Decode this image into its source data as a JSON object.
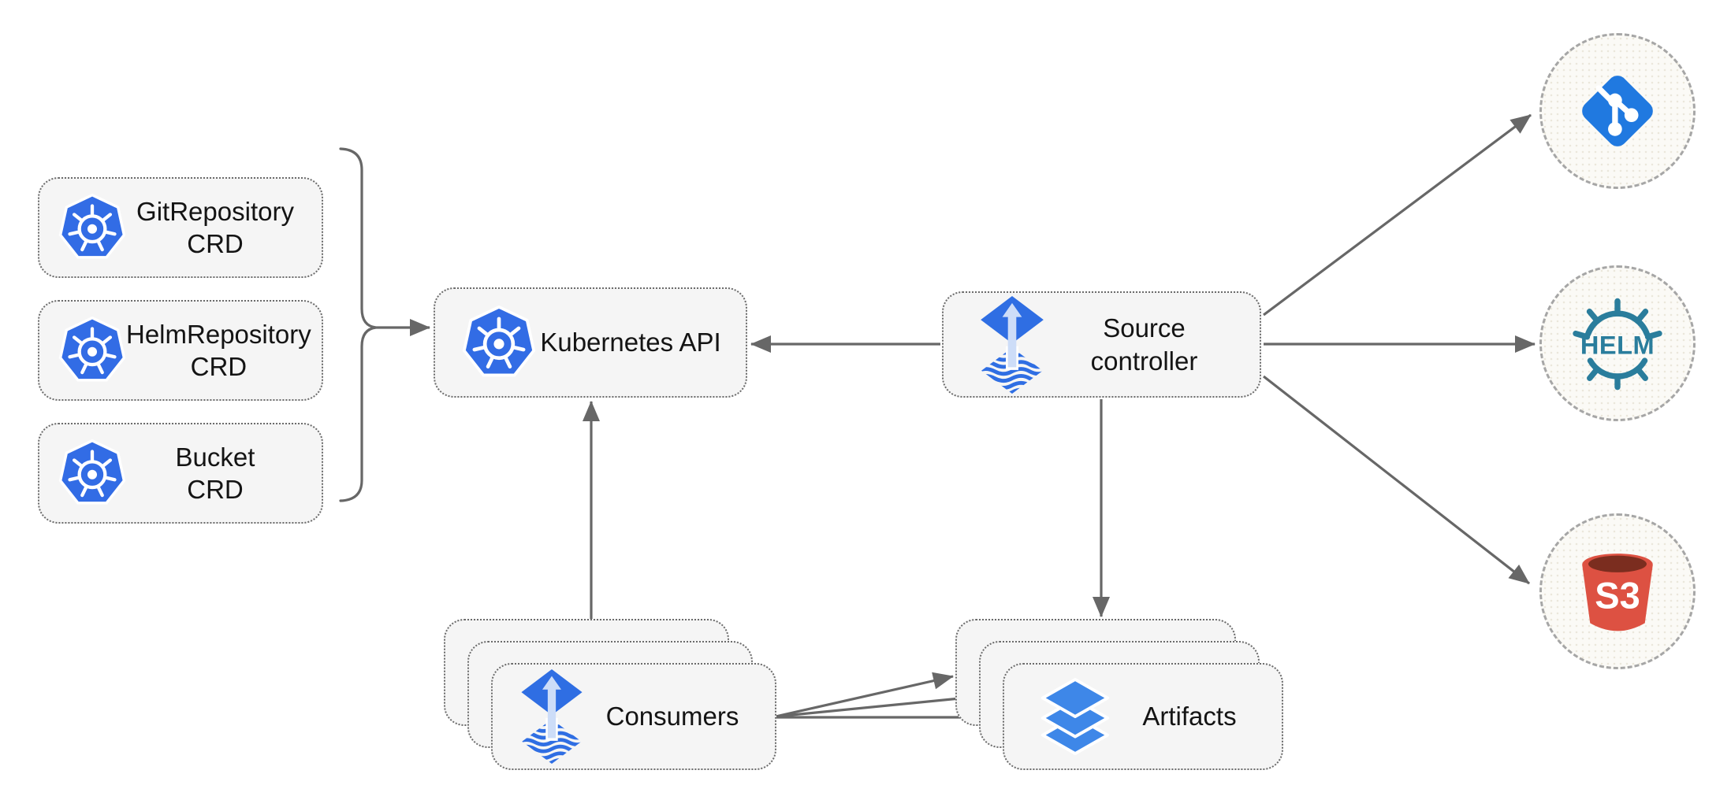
{
  "diagram": {
    "nodes": {
      "git_repository_crd": {
        "label": "GitRepository\nCRD",
        "icon": "kubernetes-icon"
      },
      "helm_repository_crd": {
        "label": "HelmRepository\nCRD",
        "icon": "kubernetes-icon"
      },
      "bucket_crd": {
        "label": "Bucket\nCRD",
        "icon": "kubernetes-icon"
      },
      "kubernetes_api": {
        "label": "Kubernetes API",
        "icon": "kubernetes-icon"
      },
      "source_controller": {
        "label": "Source\ncontroller",
        "icon": "flux-icon"
      },
      "consumers": {
        "label": "Consumers",
        "icon": "flux-icon",
        "stacked": 3
      },
      "artifacts": {
        "label": "Artifacts",
        "icon": "layers-icon",
        "stacked": 3
      },
      "git_remote": {
        "icon": "git-icon"
      },
      "helm_remote": {
        "icon": "helm-icon",
        "wordmark": "HELM"
      },
      "s3_remote": {
        "icon": "s3-bucket-icon",
        "wordmark": "S3"
      }
    },
    "edges": [
      {
        "from": "crd_group_brace",
        "to": "kubernetes_api"
      },
      {
        "from": "source_controller",
        "to": "kubernetes_api"
      },
      {
        "from": "consumers",
        "to": "kubernetes_api"
      },
      {
        "from": "source_controller",
        "to": "git_remote"
      },
      {
        "from": "source_controller",
        "to": "helm_remote"
      },
      {
        "from": "source_controller",
        "to": "s3_remote"
      },
      {
        "from": "source_controller",
        "to": "artifacts"
      },
      {
        "from": "consumers",
        "to": "artifacts"
      },
      {
        "from": "consumers",
        "to": "artifacts"
      },
      {
        "from": "consumers",
        "to": "artifacts"
      }
    ],
    "colors": {
      "kubernetes_blue": "#326ce5",
      "flux_blue": "#2f6ee3",
      "flux_arrow_light": "#cdddf8",
      "git_blue": "#2079e0",
      "helm_teal": "#2a7d9c",
      "s3_red": "#dd5142",
      "s3_dark_red": "#7b2d1f",
      "layers_blue": "#3e87e8",
      "node_fill": "#f5f5f5",
      "node_border": "#6b6b6b",
      "connector_gray": "#676767",
      "circle_border": "#a6a6a6",
      "circle_fill": "#fbfaf6"
    }
  }
}
